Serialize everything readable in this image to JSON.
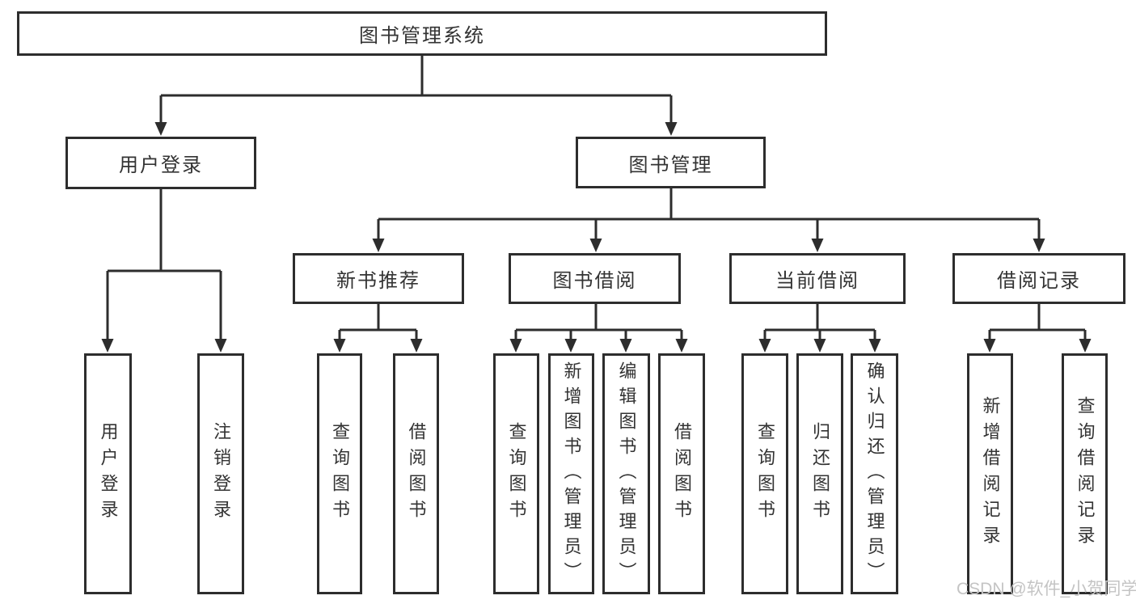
{
  "diagram_title": "图书管理系统",
  "colors": {
    "line": "#2d2d2d",
    "text": "#333333",
    "background": "#ffffff",
    "watermark": "#c4c4c4"
  },
  "watermark": "CSDN @软件_小贺同学",
  "tree": {
    "root": {
      "label": "图书管理系统"
    },
    "level2": [
      {
        "label": "用户登录"
      },
      {
        "label": "图书管理"
      }
    ],
    "level3": [
      {
        "label": "新书推荐"
      },
      {
        "label": "图书借阅"
      },
      {
        "label": "当前借阅"
      },
      {
        "label": "借阅记录"
      }
    ],
    "leaves": {
      "user_login": [
        "用户登录",
        "注销登录"
      ],
      "new_book": [
        "查询图书",
        "借阅图书"
      ],
      "book_borrow": [
        "查询图书",
        "新增图书（管理员）",
        "编辑图书（管理员）",
        "借阅图书"
      ],
      "current_borrow": [
        "查询图书",
        "归还图书",
        "确认归还（管理员）"
      ],
      "borrow_record": [
        "新增借阅记录",
        "查询借阅记录"
      ]
    }
  }
}
